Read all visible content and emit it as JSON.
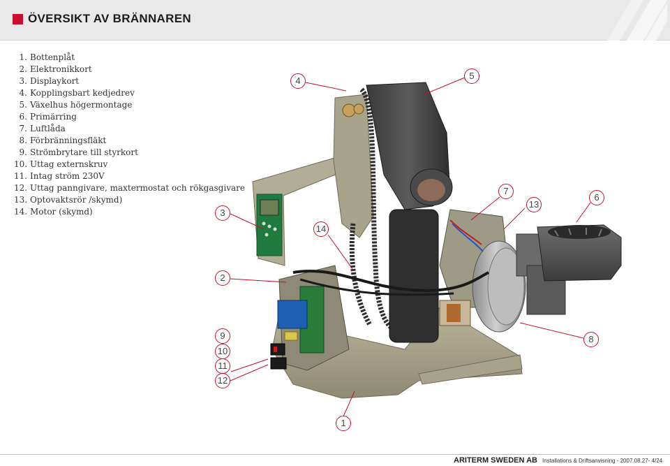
{
  "header": {
    "title": "ÖVERSIKT AV BRÄNNAREN",
    "accent_color": "#c8102e"
  },
  "parts": [
    {
      "num": "1.",
      "label": "Bottenplåt"
    },
    {
      "num": "2.",
      "label": "Elektronikkort"
    },
    {
      "num": "3.",
      "label": "Displaykort"
    },
    {
      "num": "4.",
      "label": "Kopplingsbart kedjedrev"
    },
    {
      "num": "5.",
      "label": "Växelhus högermontage"
    },
    {
      "num": "6.",
      "label": "Primärring"
    },
    {
      "num": "7.",
      "label": "Luftlåda"
    },
    {
      "num": "8.",
      "label": "Förbränningsfläkt"
    },
    {
      "num": "9.",
      "label": "Strömbrytare till styrkort"
    },
    {
      "num": "10.",
      "label": "Uttag externskruv"
    },
    {
      "num": "11.",
      "label": "Intag ström 230V"
    },
    {
      "num": "12.",
      "label": "Uttag panngivare, maxtermostat och rökgasgivare"
    },
    {
      "num": "13.",
      "label": "Optovaktsrör /skymd)"
    },
    {
      "num": "14.",
      "label": "Motor (skymd)"
    }
  ],
  "callouts": {
    "c1": "1",
    "c2": "2",
    "c3": "3",
    "c4": "4",
    "c5": "5",
    "c6": "6",
    "c7": "7",
    "c8": "8",
    "c9": "9",
    "c10": "10",
    "c11": "11",
    "c12": "12",
    "c13": "13",
    "c14": "14"
  },
  "footer": {
    "brand": "ARITERM SWEDEN AB",
    "doc": "Installations & Driftsanvisning - 2007.08.27- 4/24"
  }
}
